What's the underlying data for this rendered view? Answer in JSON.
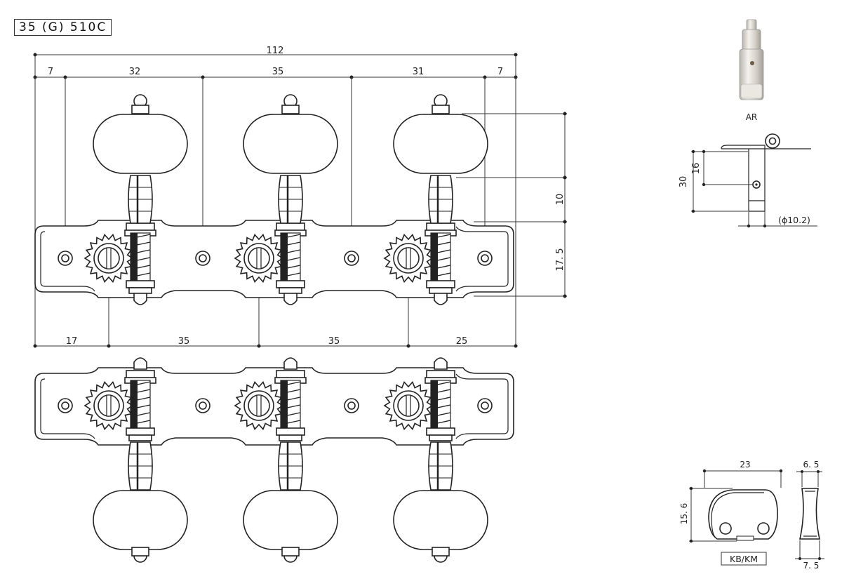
{
  "model_code": "35 (G) 510C",
  "top_view": {
    "overall": "112",
    "top_segments": [
      "7",
      "32",
      "35",
      "31",
      "7"
    ],
    "bottom_segments": [
      "17",
      "35",
      "35",
      "25"
    ],
    "right_dims": [
      "10",
      "17. 5"
    ]
  },
  "roller_detail": {
    "label": "AR",
    "dim_30": "30",
    "dim_16": "16",
    "diameter": "(ϕ10.2)"
  },
  "button_detail": {
    "width": "23",
    "height": "15. 6",
    "thickness_top": "6. 5",
    "thickness_bottom": "7. 5",
    "label": "KB/KM"
  }
}
